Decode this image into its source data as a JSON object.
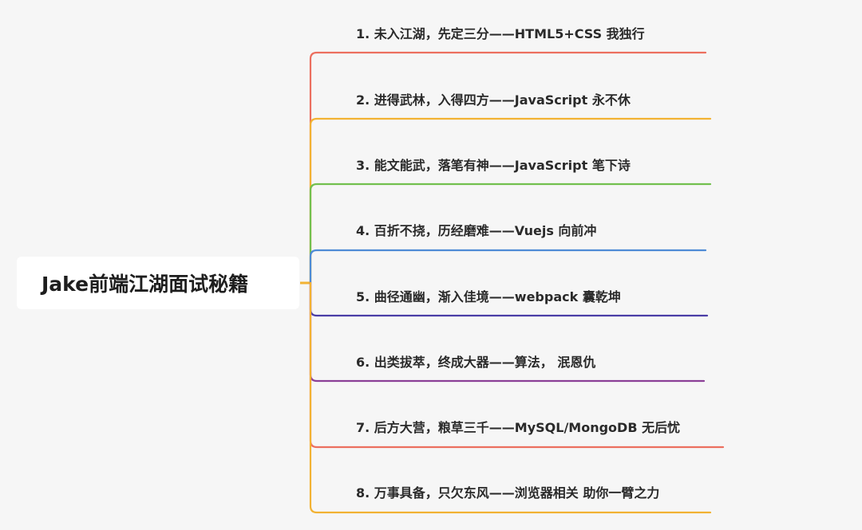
{
  "root": {
    "label": "Jake前端江湖面试秘籍",
    "connector_color": "#f2b233"
  },
  "branches": [
    {
      "label": "1. 未入江湖，先定三分——HTML5+CSS 我独行",
      "color": "#ec6f5f"
    },
    {
      "label": "2. 进得武林，入得四方——JavaScript 永不休",
      "color": "#f2b233"
    },
    {
      "label": "3. 能文能武，落笔有神——JavaScript 笔下诗",
      "color": "#72c04e"
    },
    {
      "label": "4. 百折不挠，历经磨难——Vuejs 向前冲",
      "color": "#4e8bd6"
    },
    {
      "label": "5. 曲径通幽，渐入佳境——webpack 囊乾坤",
      "color": "#4b3ea6"
    },
    {
      "label": "6.  出类拔萃，终成大器——算法， 泯恩仇",
      "color": "#8b3f96"
    },
    {
      "label": "7. 后方大营，粮草三千——MySQL/MongoDB 无后忧",
      "color": "#ec6f5f"
    },
    {
      "label": "8. 万事具备，只欠东风——浏览器相关 助你一臂之力",
      "color": "#f2b233"
    }
  ]
}
